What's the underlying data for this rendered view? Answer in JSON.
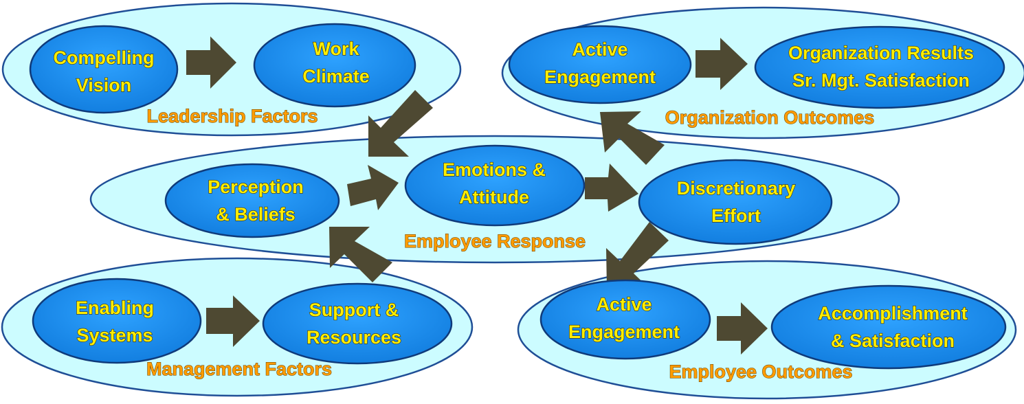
{
  "colors": {
    "group_fill": "#ccfcff",
    "group_stroke": "#1f4e96",
    "node_fill": "#1a90f0",
    "node_stroke": "#0f3a7a",
    "node_text": "#ffee00",
    "group_text": "#ff9c00",
    "arrow": "#4e4932"
  },
  "groups": {
    "leadership": {
      "label": "Leadership Factors"
    },
    "organization": {
      "label": "Organization  Outcomes"
    },
    "employee_response": {
      "label": "Employee  Response"
    },
    "management": {
      "label": "Management Factors"
    },
    "employee_outcomes": {
      "label": "Employee  Outcomes"
    }
  },
  "nodes": {
    "compelling_vision": {
      "lines": [
        "Compelling",
        "Vision"
      ]
    },
    "work_climate": {
      "lines": [
        "Work",
        "Climate"
      ]
    },
    "active_engagement_org": {
      "lines": [
        "Active",
        "Engagement"
      ]
    },
    "org_results": {
      "lines": [
        "Organization Results",
        "Sr. Mgt. Satisfaction"
      ]
    },
    "perception_beliefs": {
      "lines": [
        "Perception",
        "& Beliefs"
      ]
    },
    "emotions_attitude": {
      "lines": [
        "Emotions &",
        "Attitude"
      ]
    },
    "discretionary_effort": {
      "lines": [
        "Discretionary",
        "Effort"
      ]
    },
    "enabling_systems": {
      "lines": [
        "Enabling",
        "Systems"
      ]
    },
    "support_resources": {
      "lines": [
        "Support &",
        "Resources"
      ]
    },
    "active_engagement_emp": {
      "lines": [
        "Active",
        "Engagement"
      ]
    },
    "accomplishment": {
      "lines": [
        "Accomplishment",
        "& Satisfaction"
      ]
    }
  }
}
